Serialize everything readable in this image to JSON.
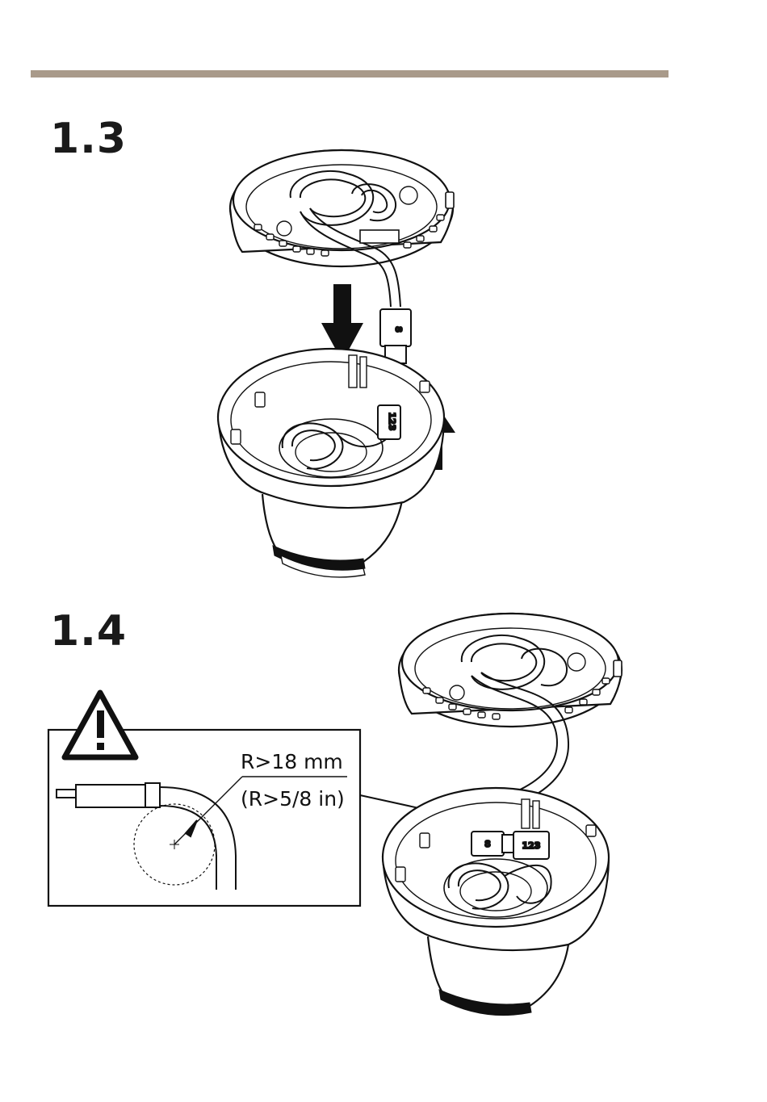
{
  "header": {
    "rule_color": "#a99a8a"
  },
  "steps": {
    "step_13": {
      "number": "1.3"
    },
    "step_14": {
      "number": "1.4"
    }
  },
  "warning_box": {
    "icon": "warning-triangle-icon",
    "radius_mm": "R>18 mm",
    "radius_in": "(R>5/8 in)"
  },
  "connector_labels": {
    "a": "8",
    "b": "123"
  }
}
